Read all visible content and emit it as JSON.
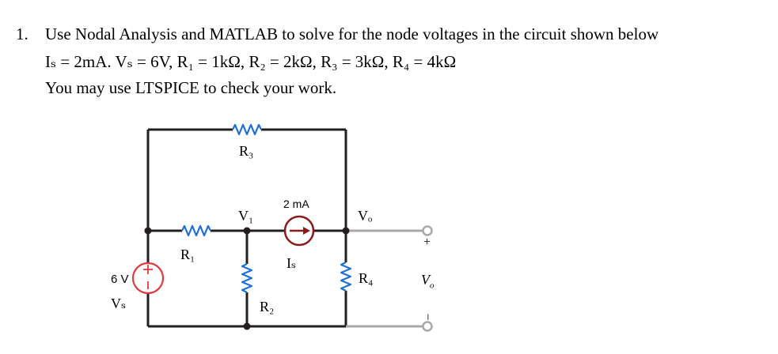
{
  "problem": {
    "number": "1.",
    "line1": "Use Nodal Analysis and MATLAB to solve for the node voltages in the circuit shown below",
    "line2": "Iₛ = 2mA. Vₛ = 6V, R₁ = 1kΩ, R₂ = 2kΩ, R₃ = 3kΩ, R₄ = 4kΩ",
    "line3": "You may use LTSPICE to check your work."
  },
  "circuit": {
    "labels": {
      "r1": "R₁",
      "r2": "R₂",
      "r3": "R₃",
      "r4": "R₄",
      "v1": "V₁",
      "vo": "Vₒ",
      "is": "Iₛ",
      "is_value": "2 mA",
      "vs": "Vₛ",
      "vs_value": "6 V",
      "vo_out": "V",
      "vo_out_sub": "o",
      "plus": "+",
      "minus": "−"
    },
    "colors": {
      "wire": "#231f20",
      "resistor": "#1f6fd6",
      "current_source": "#8b1a1a",
      "voltage_source": "#e0393e",
      "terminal": "#a8a8a8"
    },
    "icons": {
      "current_source": "current-source-arrow-icon",
      "voltage_source": "voltage-source-plus-icon"
    }
  }
}
